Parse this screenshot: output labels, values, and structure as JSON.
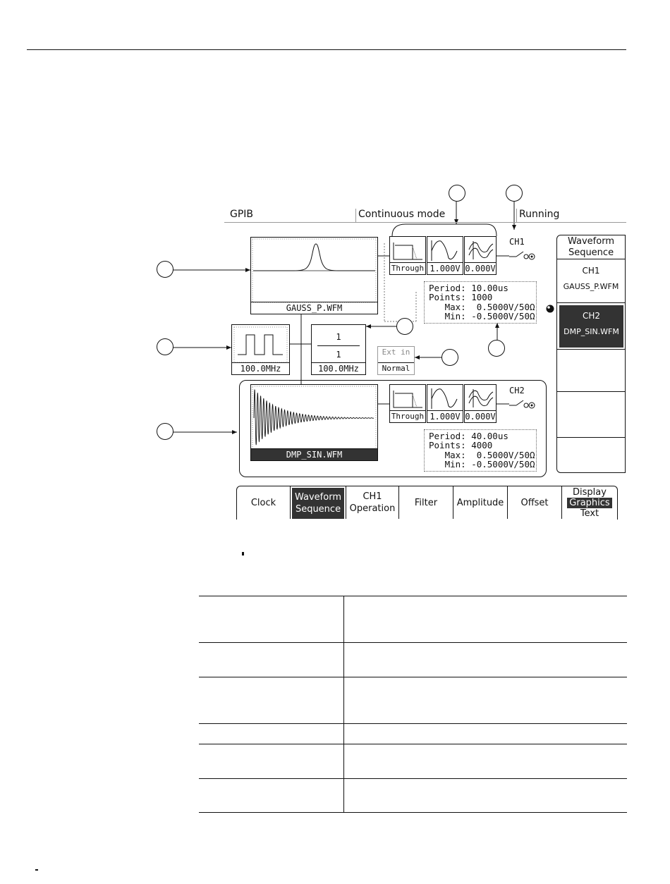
{
  "status_bar": {
    "interface": "GPIB",
    "mode": "Continuous mode",
    "state": "Running"
  },
  "ch1": {
    "channel_label": "CH1",
    "waveform_file": "GAUSS_P.WFM",
    "filter": "Through",
    "amplitude": "1.000V",
    "offset": "0.000V",
    "period_line": "Period: 10.00us",
    "points_line": "Points: 1000",
    "max_line": "   Max:  0.5000V/50Ω",
    "min_line": "   Min: -0.5000V/50Ω"
  },
  "ch2": {
    "channel_label": "CH2",
    "waveform_file": "DMP_SIN.WFM",
    "filter": "Through",
    "amplitude": "1.000V",
    "offset": "0.000V",
    "period_line": "Period: 40.00us",
    "points_line": "Points: 4000",
    "max_line": "   Max:  0.5000V/50Ω",
    "min_line": "   Min: -0.5000V/50Ω"
  },
  "clock": {
    "frequency": "100.0MHz",
    "divider_numerator": "1",
    "divider_denominator": "1",
    "divided_frequency": "100.0MHz"
  },
  "trigger": {
    "source": "Ext in",
    "mode": "Normal"
  },
  "side_menu": {
    "title_line1": "Waveform",
    "title_line2": "Sequence",
    "items": [
      {
        "channel": "CH1",
        "file": "GAUSS_P.WFM"
      },
      {
        "channel": "CH2",
        "file": "DMP_SIN.WFM"
      }
    ]
  },
  "bottom_menu": {
    "clock": "Clock",
    "waveform_line1": "Waveform",
    "waveform_line2": "Sequence",
    "ch1_line1": "CH1",
    "ch1_line2": "Operation",
    "filter": "Filter",
    "amplitude": "Amplitude",
    "offset": "Offset",
    "display_line1": "Display",
    "display_line2": "Graphics",
    "display_line3": "Text"
  },
  "colors": {
    "selected_bg": "#333333",
    "line": "#111111"
  }
}
